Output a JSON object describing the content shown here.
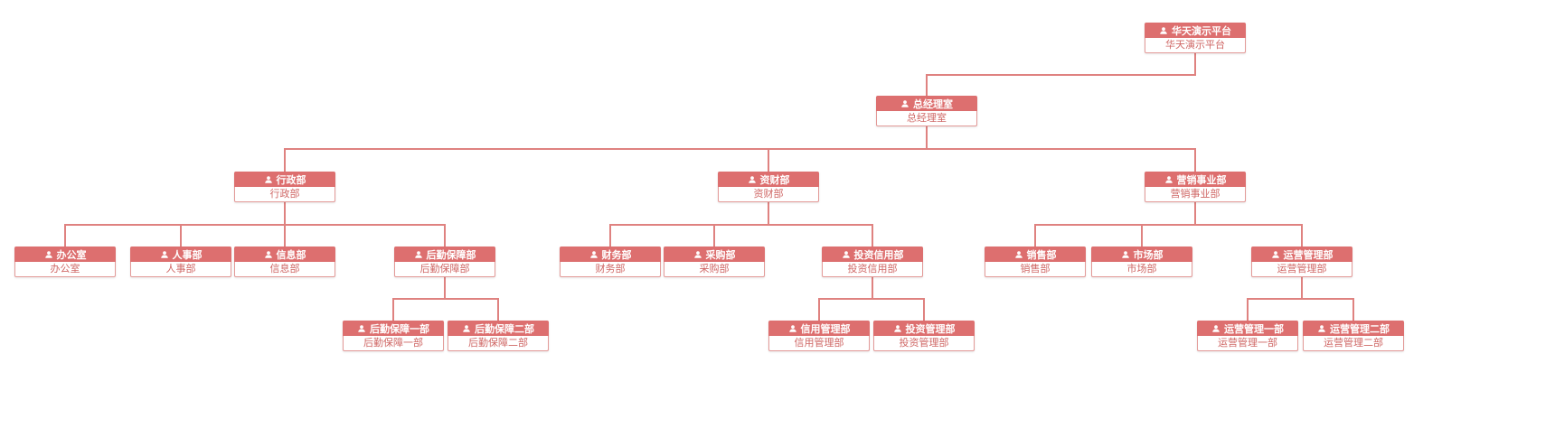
{
  "theme": {
    "accent": "#dd6f6f",
    "header_text_color": "#ffffff",
    "body_text_color": "#cf6765",
    "line_color": "#df8280",
    "border_color": "#e39a98",
    "node_icon": "users-icon"
  },
  "chart_title": "",
  "nodes": [
    {
      "id": "root",
      "parent": null,
      "title": "华天演示平台",
      "name": "华天演示平台"
    },
    {
      "id": "gm",
      "parent": "root",
      "title": "总经理室",
      "name": "总经理室"
    },
    {
      "id": "admin",
      "parent": "gm",
      "title": "行政部",
      "name": "行政部"
    },
    {
      "id": "finance",
      "parent": "gm",
      "title": "资财部",
      "name": "资财部"
    },
    {
      "id": "marketing",
      "parent": "gm",
      "title": "营销事业部",
      "name": "营销事业部"
    },
    {
      "id": "office",
      "parent": "admin",
      "title": "办公室",
      "name": "办公室"
    },
    {
      "id": "hr",
      "parent": "admin",
      "title": "人事部",
      "name": "人事部"
    },
    {
      "id": "info",
      "parent": "admin",
      "title": "信息部",
      "name": "信息部"
    },
    {
      "id": "logistics",
      "parent": "admin",
      "title": "后勤保障部",
      "name": "后勤保障部"
    },
    {
      "id": "logistics1",
      "parent": "logistics",
      "title": "后勤保障一部",
      "name": "后勤保障一部"
    },
    {
      "id": "logistics2",
      "parent": "logistics",
      "title": "后勤保障二部",
      "name": "后勤保障二部"
    },
    {
      "id": "fin",
      "parent": "finance",
      "title": "财务部",
      "name": "财务部"
    },
    {
      "id": "purchase",
      "parent": "finance",
      "title": "采购部",
      "name": "采购部"
    },
    {
      "id": "invest_credit",
      "parent": "finance",
      "title": "投资信用部",
      "name": "投资信用部"
    },
    {
      "id": "credit",
      "parent": "invest_credit",
      "title": "信用管理部",
      "name": "信用管理部"
    },
    {
      "id": "invest",
      "parent": "invest_credit",
      "title": "投资管理部",
      "name": "投资管理部"
    },
    {
      "id": "sales",
      "parent": "marketing",
      "title": "销售部",
      "name": "销售部"
    },
    {
      "id": "market",
      "parent": "marketing",
      "title": "市场部",
      "name": "市场部"
    },
    {
      "id": "ops",
      "parent": "marketing",
      "title": "运营管理部",
      "name": "运营管理部"
    },
    {
      "id": "ops1",
      "parent": "ops",
      "title": "运营管理一部",
      "name": "运营管理一部"
    },
    {
      "id": "ops2",
      "parent": "ops",
      "title": "运营管理二部",
      "name": "运营管理二部"
    }
  ]
}
